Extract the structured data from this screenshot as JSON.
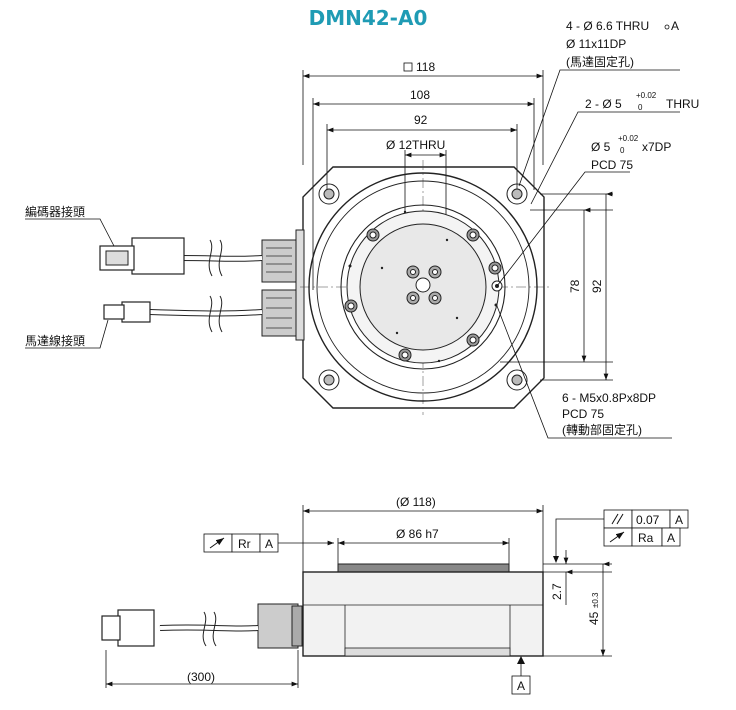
{
  "title": "DMN42-A0",
  "top_view": {
    "callout_mount_hole_1": "4 - Ø  6.6 THRU",
    "callout_mount_hole_suffix": "A",
    "callout_mount_hole_2": "Ø  11x11DP",
    "callout_mount_hole_3": "(馬達固定孔)",
    "dim_square": "118",
    "dim_108": "108",
    "dim_92": "92",
    "dim_center_hole": "Ø  12THRU",
    "callout_pin_1_prefix": "2 - Ø  5",
    "callout_pin_1_tol": "+0.02",
    "callout_pin_1_tol2": "0",
    "callout_pin_1_suffix": "THRU",
    "callout_pin_2_prefix": "Ø  5",
    "callout_pin_2_tol": "+0.02",
    "callout_pin_2_tol2": "0",
    "callout_pin_2_suffix": "x7DP",
    "callout_pin_3": "PCD 75",
    "dim_78": "78",
    "dim_92_vertical": "92",
    "callout_tap_1": "6 - M5x0.8Px8DP",
    "callout_tap_2": "PCD 75",
    "callout_tap_3": "(轉動部固定孔)",
    "label_encoder": "編碼器接頭",
    "label_motor": "馬達線接頭"
  },
  "side_view": {
    "dim_118": "(Ø  118)",
    "dim_86": "Ø  86 h7",
    "tol_parallel": "0.07",
    "tol_parallel_ref": "A",
    "tol_ra": "Ra",
    "tol_ra_ref": "A",
    "tol_rr": "Rr",
    "tol_rr_ref": "A",
    "dim_27": "2.7",
    "dim_45": "45",
    "dim_45_tol": "±0.3",
    "dim_300": "(300)",
    "datum": "A"
  }
}
